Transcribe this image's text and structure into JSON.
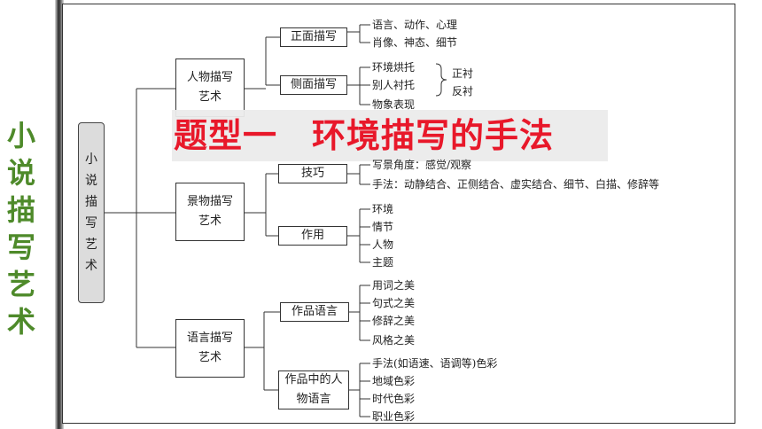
{
  "side_title": [
    "小",
    "说",
    "描",
    "写",
    "艺",
    "术"
  ],
  "banner": "题型一　环境描写的手法",
  "root": [
    "小",
    "说",
    "描",
    "写",
    "艺",
    "术"
  ],
  "level1": {
    "character": "人物描写艺术",
    "scenery": "景物描写艺术",
    "language": "语言描写艺术"
  },
  "level2": {
    "direct": "正面描写",
    "indirect": "侧面描写",
    "technique": "技巧",
    "function": "作用",
    "work_language": "作品语言",
    "character_language": "作品中的人物语言"
  },
  "leaves": {
    "direct": [
      "语言、动作、心理",
      "肖像、神态、细节"
    ],
    "indirect": [
      "环境烘托",
      "别人衬托",
      "物象表现"
    ],
    "contrast": [
      "正衬",
      "反衬"
    ],
    "technique": [
      "写景角度：感觉/观察",
      "手法：动静结合、正侧结合、虚实结合、细节、白描、修辞等"
    ],
    "function": [
      "环境",
      "情节",
      "人物",
      "主题"
    ],
    "work_language": [
      "用词之美",
      "句式之美",
      "修辞之美",
      "风格之美"
    ],
    "character_language": [
      "手法(如语速、语调等)色彩",
      "地域色彩",
      "时代色彩",
      "职业色彩"
    ]
  }
}
